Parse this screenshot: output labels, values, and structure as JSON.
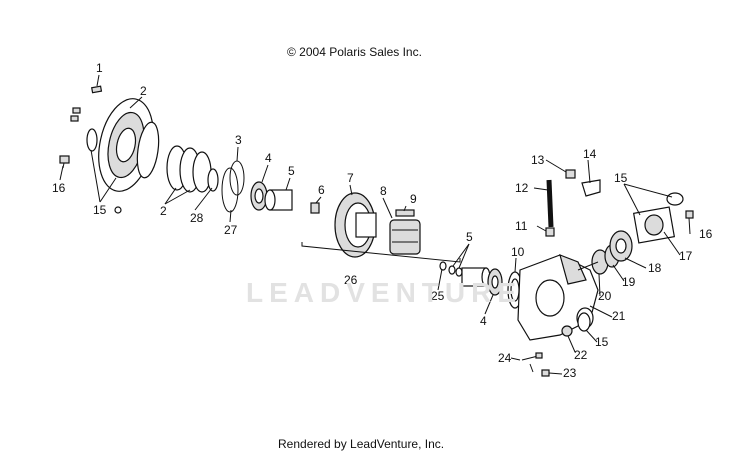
{
  "header": {
    "copyright": "© 2004 Polaris Sales Inc."
  },
  "footer": {
    "rendered_by": "Rendered by LeadVenture, Inc."
  },
  "watermark": {
    "text": "LEADVENTURE"
  },
  "callouts": [
    "1",
    "2",
    "15",
    "16",
    "2",
    "28",
    "27",
    "3",
    "4",
    "5",
    "6",
    "7",
    "26",
    "8",
    "9",
    "25",
    "5",
    "4",
    "10",
    "11",
    "12",
    "13",
    "14",
    "15",
    "16",
    "17",
    "18",
    "19",
    "20",
    "21",
    "15",
    "22",
    "23",
    "24"
  ]
}
